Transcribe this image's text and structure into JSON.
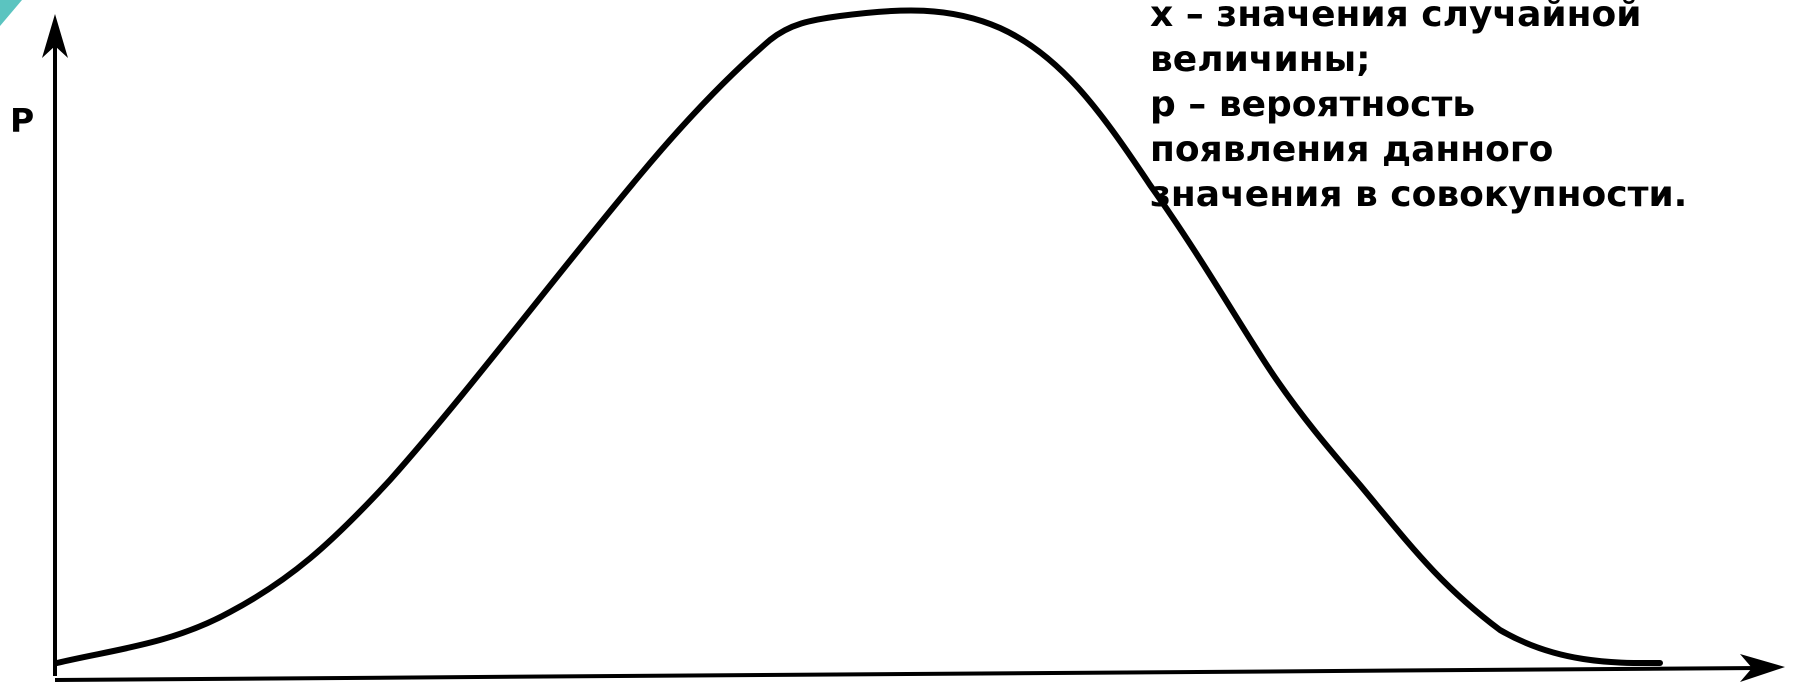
{
  "diagram": {
    "y_axis_label": "P",
    "legend_lines": [
      "x – значения случайной",
      "величины;",
      "р – вероятность",
      "появления данного",
      "значения в совокупности."
    ]
  },
  "colors": {
    "ink": "#000000",
    "corner_accent": "#5bc4c0",
    "background": "#ffffff"
  }
}
